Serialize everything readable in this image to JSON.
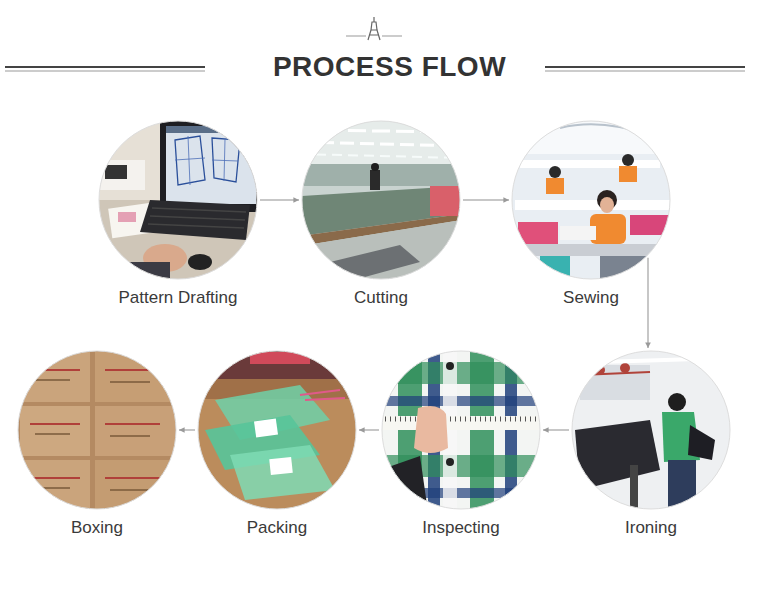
{
  "diagram": {
    "title": "PROCESS FLOW",
    "nodes": [
      {
        "text": [
          "Pattern Drafting"
        ]
      },
      {
        "text": [
          "Cutting"
        ]
      },
      {
        "text": [
          "Sewing"
        ]
      },
      {
        "text": [
          "Ironing"
        ]
      },
      {
        "text": [
          "Inspecting"
        ]
      },
      {
        "text": [
          "Packing"
        ]
      },
      {
        "text": [
          "Boxing"
        ]
      }
    ],
    "edges": [
      {
        "from": 0,
        "to": 1,
        "arrow": "to"
      },
      {
        "from": 1,
        "to": 2,
        "arrow": "to"
      },
      {
        "from": 2,
        "to": 3,
        "arrow": "to"
      },
      {
        "from": 3,
        "to": 4,
        "arrow": "to"
      },
      {
        "from": 4,
        "to": 5,
        "arrow": "to"
      },
      {
        "from": 5,
        "to": 6,
        "arrow": "to"
      }
    ]
  }
}
